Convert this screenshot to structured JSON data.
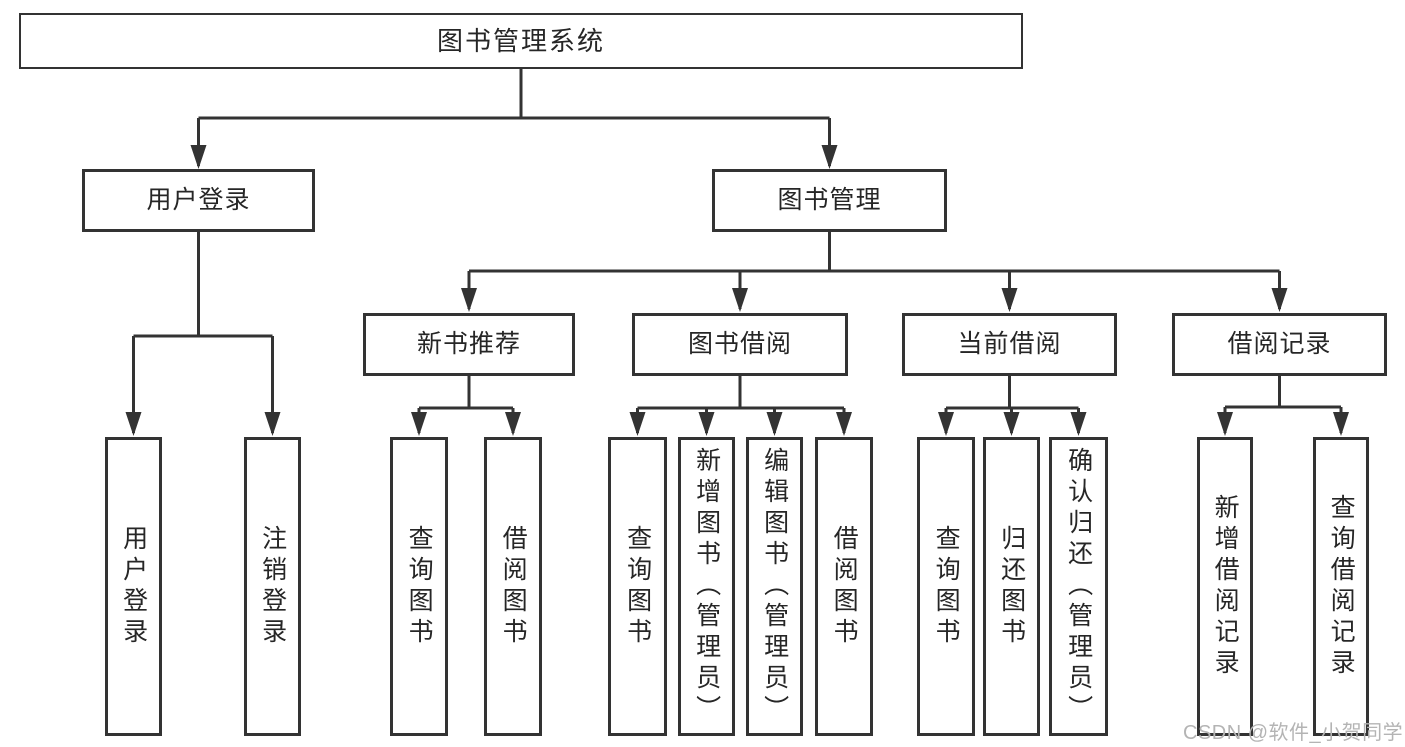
{
  "diagram": {
    "root": {
      "label": "图书管理系统"
    },
    "branches": [
      {
        "label": "用户登录",
        "children": [
          {
            "label": "用户登录"
          },
          {
            "label": "注销登录"
          }
        ]
      },
      {
        "label": "图书管理",
        "children": [
          {
            "label": "新书推荐",
            "children": [
              {
                "label": "查询图书"
              },
              {
                "label": "借阅图书"
              }
            ]
          },
          {
            "label": "图书借阅",
            "children": [
              {
                "label": "查询图书"
              },
              {
                "label": "新增图书（管理员）"
              },
              {
                "label": "编辑图书（管理员）"
              },
              {
                "label": "借阅图书"
              }
            ]
          },
          {
            "label": "当前借阅",
            "children": [
              {
                "label": "查询图书"
              },
              {
                "label": "归还图书"
              },
              {
                "label": "确认归还（管理员）"
              }
            ]
          },
          {
            "label": "借阅记录",
            "children": [
              {
                "label": "新增借阅记录"
              },
              {
                "label": "查询借阅记录"
              }
            ]
          }
        ]
      }
    ]
  },
  "watermark": {
    "text": "CSDN @软件_小贺同学"
  },
  "colors": {
    "line": "#333333",
    "text": "#262626",
    "box_background": "#ffffff",
    "watermark": "#b4b4b4",
    "background": "#ffffff"
  }
}
